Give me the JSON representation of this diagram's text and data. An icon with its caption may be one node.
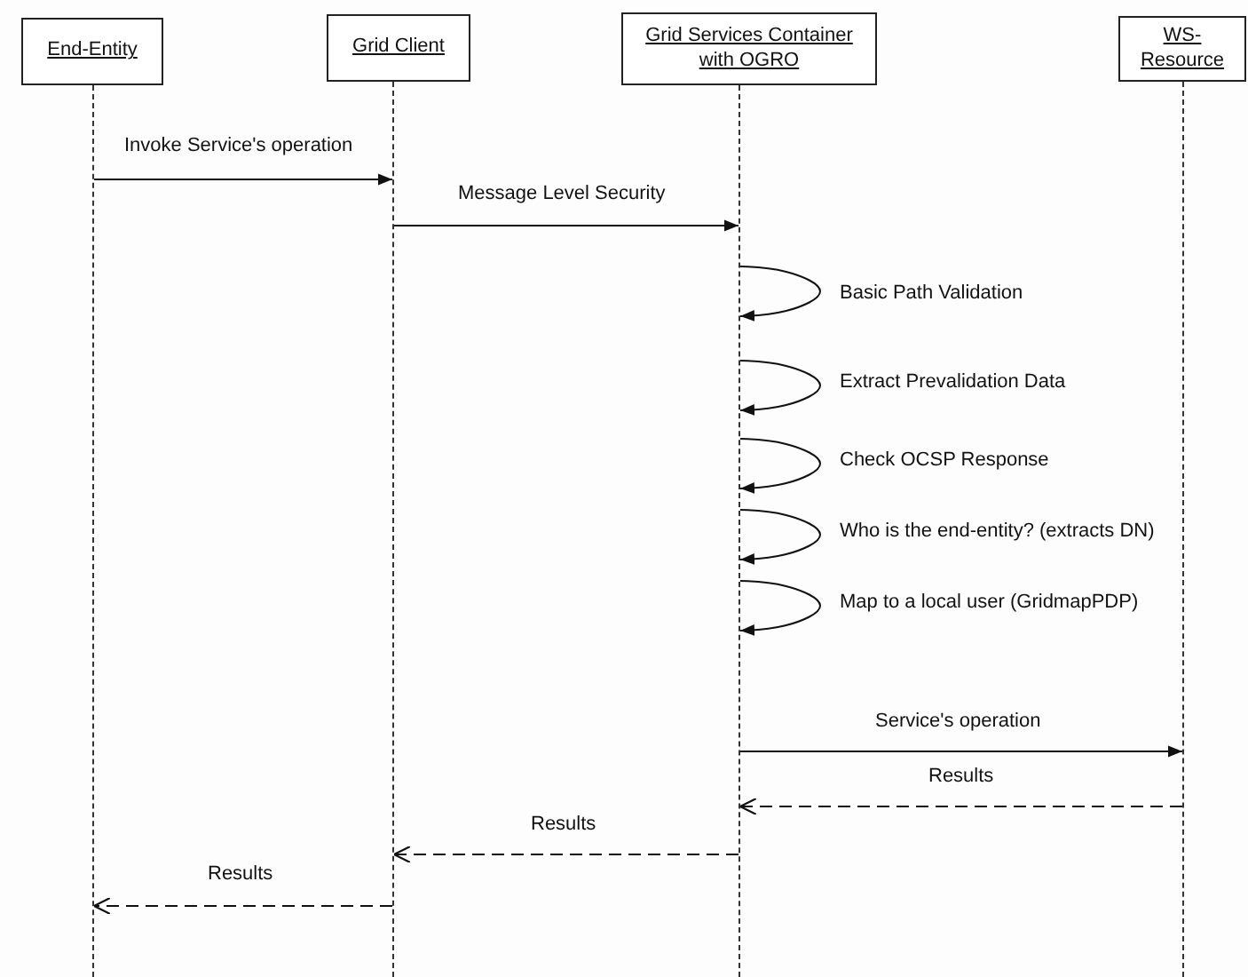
{
  "diagram": {
    "nodes": [
      {
        "text": [
          "End-Entity"
        ]
      },
      {
        "text": [
          "Grid Client"
        ]
      },
      {
        "text": [
          "Grid Services Container with OGRO"
        ]
      },
      {
        "text": [
          "WS-Resource"
        ]
      },
      {
        "text": [],
        "shape": "bar"
      },
      {
        "text": [],
        "shape": "bar"
      },
      {
        "text": [],
        "shape": "bar"
      },
      {
        "text": [],
        "shape": "bar"
      }
    ],
    "edges": [
      {
        "from": 4,
        "to": 5,
        "arrow": "to",
        "label": "Invoke Service's operation"
      },
      {
        "from": 5,
        "to": 6,
        "arrow": "to",
        "label": "Message Level Security"
      },
      {
        "from": 6,
        "to": 6,
        "arrow": "to",
        "label": "Basic Path Validation"
      },
      {
        "from": 6,
        "to": 6,
        "arrow": "to",
        "label": "Extract Prevalidation Data"
      },
      {
        "from": 6,
        "to": 6,
        "arrow": "to",
        "label": "Check OCSP Response"
      },
      {
        "from": 6,
        "to": 6,
        "arrow": "to",
        "label": "Who is the end-entity? (extracts DN)"
      },
      {
        "from": 6,
        "to": 6,
        "arrow": "to",
        "label": "Map to a local user (GridmapPDP)"
      },
      {
        "from": 6,
        "to": 7,
        "arrow": "to",
        "label": "Service's operation"
      },
      {
        "from": 7,
        "to": 6,
        "arrow": "to",
        "label": "Results",
        "style": "dashed"
      },
      {
        "from": 6,
        "to": 5,
        "arrow": "to",
        "label": "Results",
        "style": "dashed"
      },
      {
        "from": 5,
        "to": 4,
        "arrow": "to",
        "label": "Results",
        "style": "dashed"
      }
    ]
  }
}
